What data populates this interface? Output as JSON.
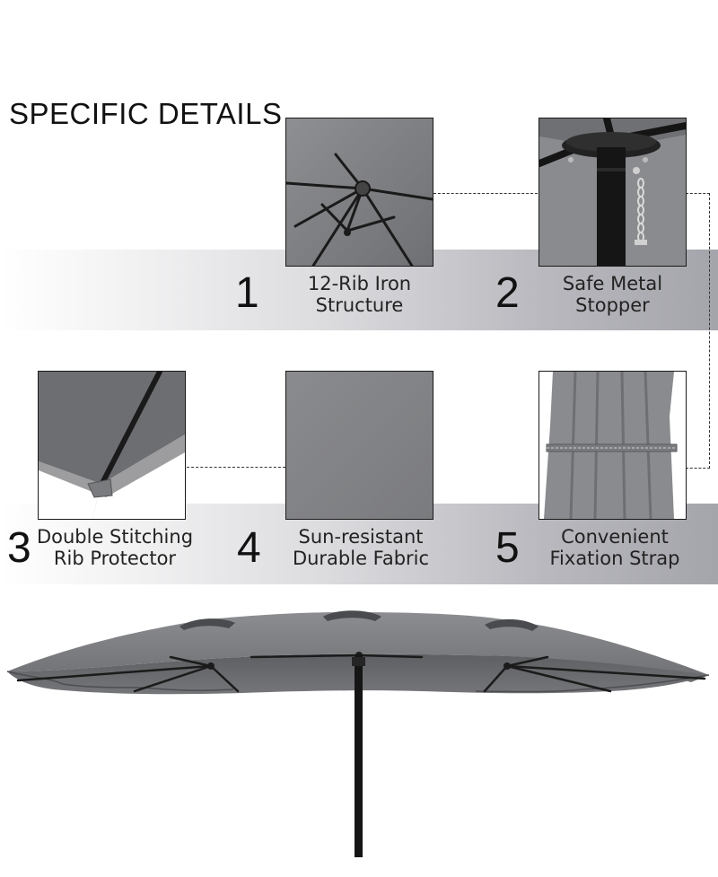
{
  "header": {
    "title": "SPECIFIC DETAILS"
  },
  "details": [
    {
      "number": "1",
      "line1": "12-Rib Iron",
      "line2": "Structure",
      "icon": "rib-structure-photo"
    },
    {
      "number": "2",
      "line1": "Safe Metal",
      "line2": "Stopper",
      "icon": "metal-stopper-photo"
    },
    {
      "number": "3",
      "line1": "Double Stitching",
      "line2": "Rib Protector",
      "icon": "rib-protector-photo"
    },
    {
      "number": "4",
      "line1": "Sun-resistant",
      "line2": "Durable Fabric",
      "icon": "fabric-photo"
    },
    {
      "number": "5",
      "line1": "Convenient",
      "line2": "Fixation Strap",
      "icon": "fixation-strap-photo"
    }
  ],
  "colors": {
    "fabric": "#7d7e81",
    "frame": "#1c1c1c",
    "band_end": "#a4a4ab"
  }
}
